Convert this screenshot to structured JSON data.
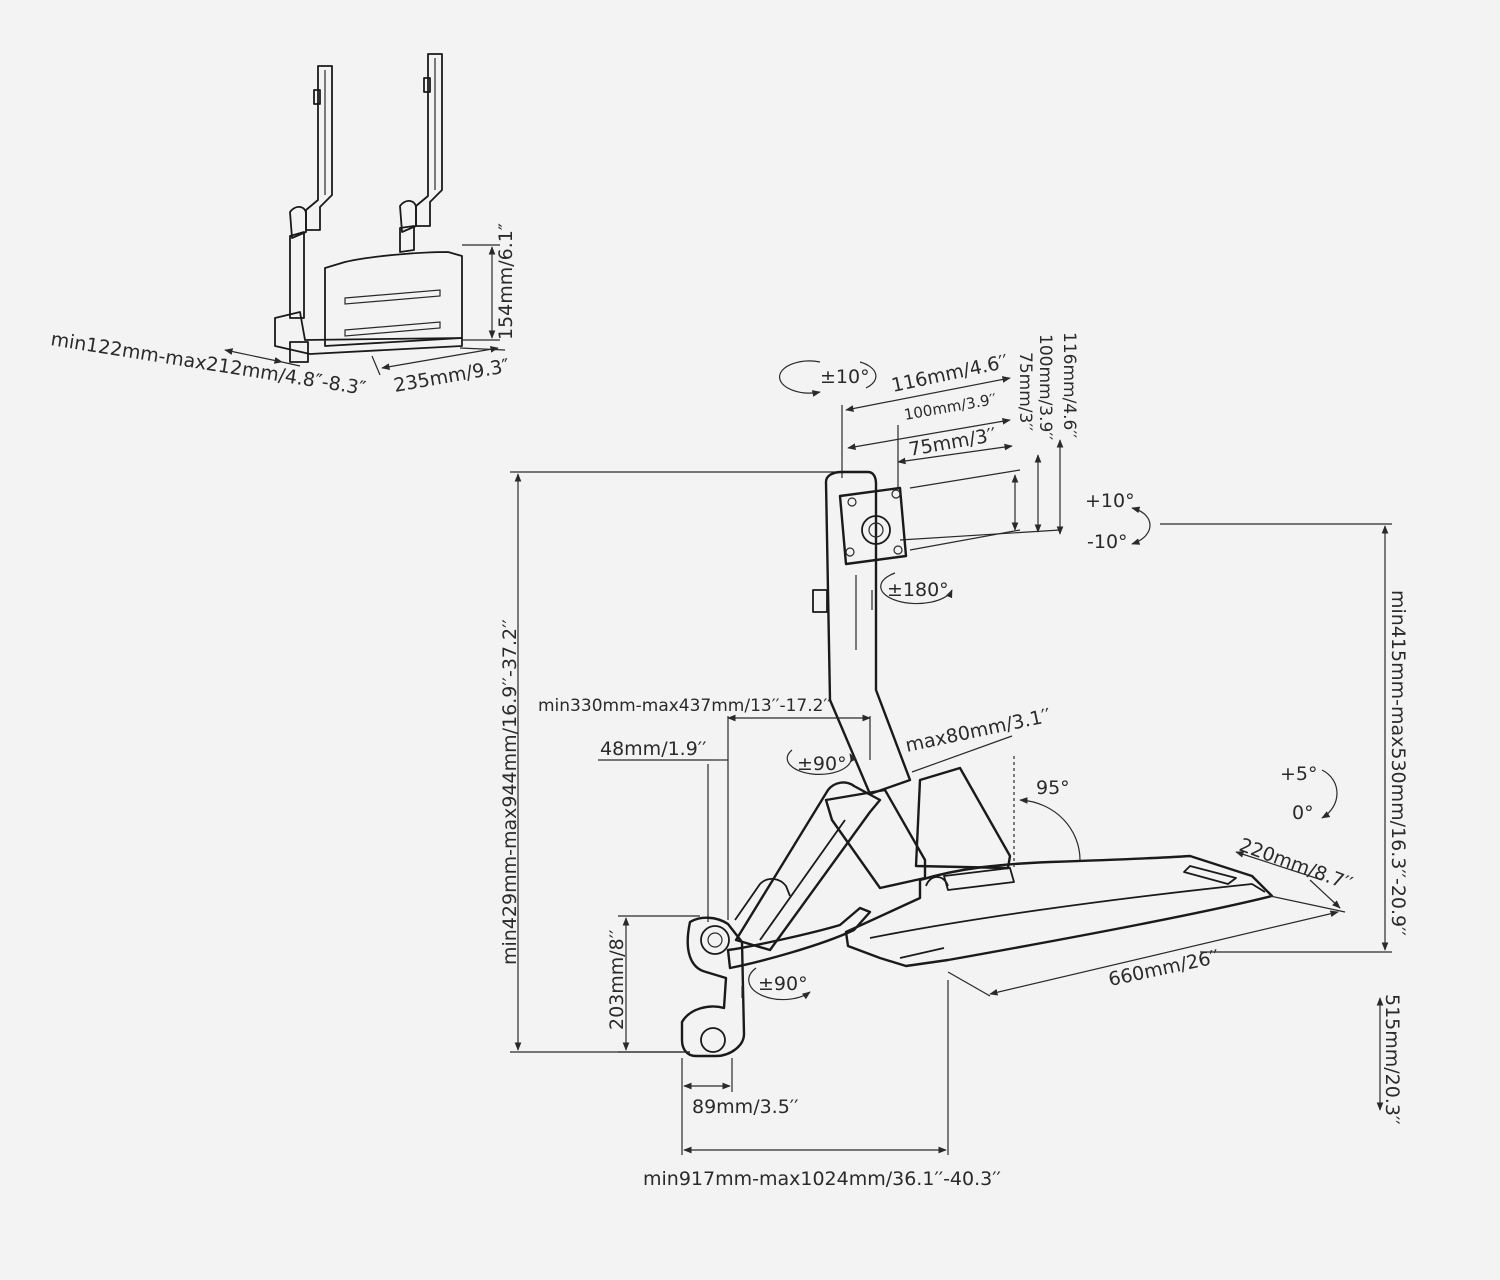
{
  "holder": {
    "depth": "min122mm-max212mm/4.8″-8.3″",
    "width": "235mm/9.3″",
    "height": "154mm/6.1″"
  },
  "vesa": {
    "tilt": "±10°",
    "w116": "116mm/4.6′′",
    "w100": "100mm/3.9′′",
    "w75": "75mm/3′′",
    "h75": "75mm/3′′",
    "h100": "100mm/3.9′′",
    "h116": "116mm/4.6′′",
    "rotate": "±180°"
  },
  "swivel": {
    "plus": "+10°",
    "minus": "-10°"
  },
  "dims": {
    "total_height": "min429mm-max944mm/16.9′′-37.2′′",
    "monitor_height": "min415mm-max530mm/16.3′′-20.9′′",
    "arm_reach": "min330mm-max437mm/13′′-17.2′′",
    "post_offset": "48mm/1.9′′",
    "wall_height": "203mm/8′′",
    "wall_depth": "89mm/3.5′′",
    "total_depth": "min917mm-max1024mm/36.1′′-40.3′′",
    "riser": "max80mm/3.1′′",
    "keyboard_depth": "220mm/8.7′′",
    "keyboard_width": "660mm/26′′",
    "lift": "515mm/20.3′′"
  },
  "angles": {
    "arm_upper": "±90°",
    "arm_lower": "±90°",
    "tray_angle": "95°",
    "tray_tilt_plus": "+5°",
    "tray_tilt_zero": "0°"
  }
}
